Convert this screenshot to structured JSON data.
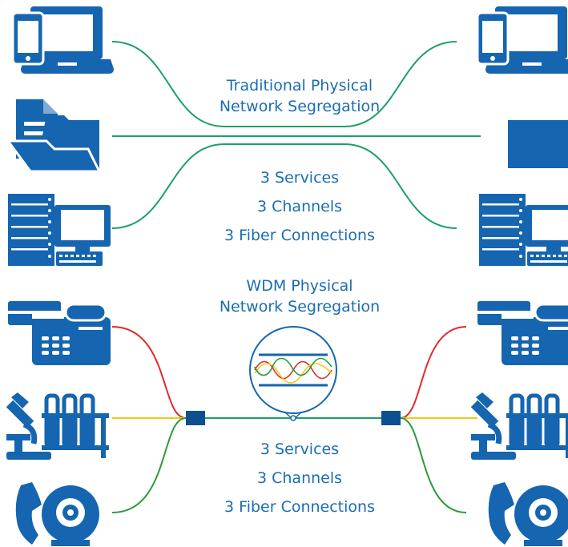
{
  "traditional": {
    "title_line1": "Traditional Physical",
    "title_line2": "Network Segregation",
    "stats": [
      "3 Services",
      "3 Channels",
      "3 Fiber Connections"
    ]
  },
  "wdm": {
    "title_line1": "WDM Physical",
    "title_line2": "Network Segregation",
    "stats": [
      "3 Services",
      "3 Channels",
      "3 Fiber Connections"
    ]
  },
  "icons": {
    "left": [
      "laptop-phone-icon",
      "file-folder-icon",
      "server-desktop-icon",
      "fax-machine-icon",
      "lab-microscope-icon",
      "video-phone-icon"
    ],
    "right": [
      "laptop-phone-icon",
      "folder-block-icon",
      "server-desktop-icon",
      "fax-machine-icon",
      "lab-microscope-icon",
      "video-phone-icon"
    ]
  },
  "colors": {
    "icon_blue": "#1565b0",
    "text_blue": "#1a6db3",
    "fiber_green": "#1aa068",
    "fiber_red": "#e02a2a",
    "fiber_yellow": "#f2c81a",
    "fiber_dark_green": "#2a9a3a",
    "mux_box": "#0d4f8f"
  }
}
